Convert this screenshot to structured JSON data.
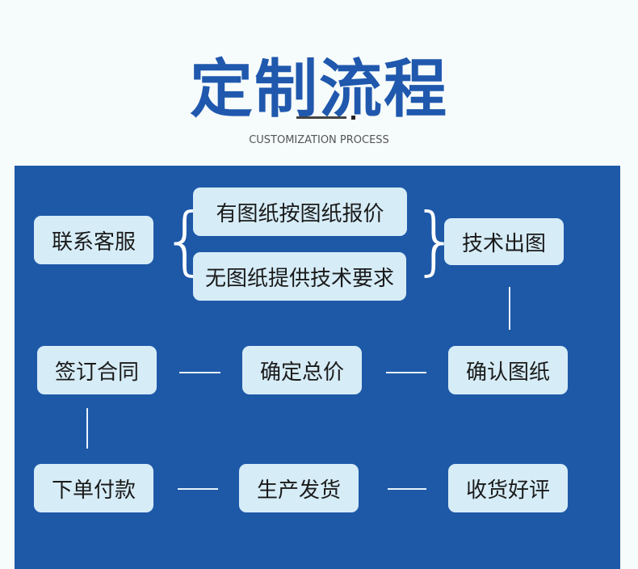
{
  "header": {
    "title": "定制流程",
    "subtitle": "CUSTOMIZATION PROCESS"
  },
  "steps": {
    "contact": "联系客服",
    "with_drawing": "有图纸按图纸报价",
    "without_drawing": "无图纸提供技术要求",
    "tech_drawing": "技术出图",
    "sign_contract": "签订合同",
    "confirm_price": "确定总价",
    "confirm_drawing": "确认图纸",
    "place_order": "下单付款",
    "production": "生产发货",
    "receive": "收货好评"
  },
  "colors": {
    "panel": "#1e59a8",
    "box": "#d6ecf7",
    "title": "#1f58ad"
  }
}
